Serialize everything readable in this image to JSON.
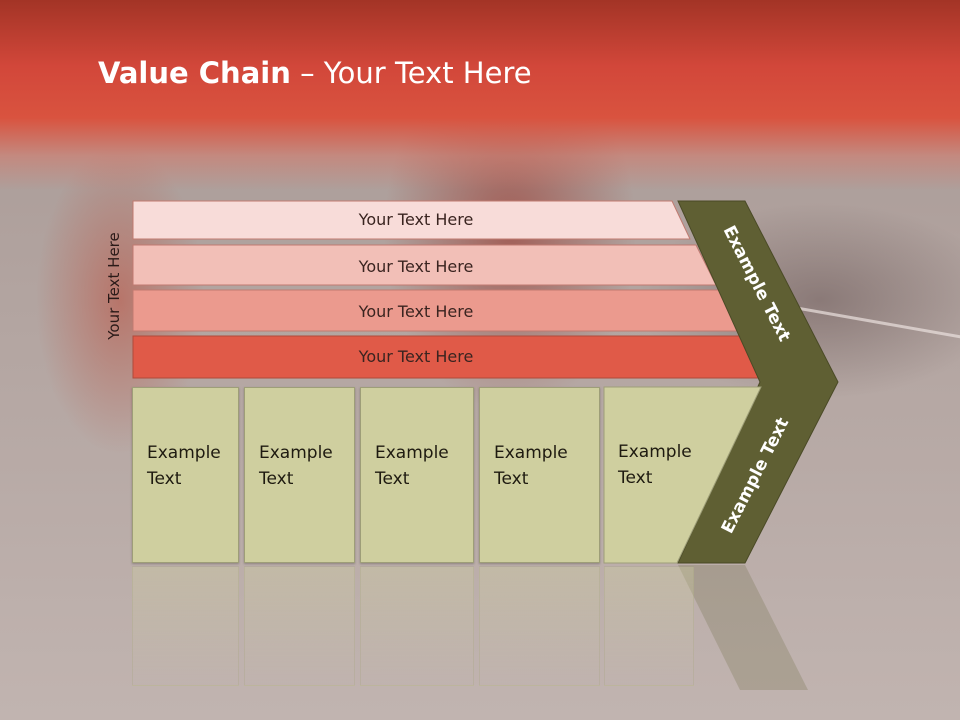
{
  "slide": {
    "title_bold": "Value Chain",
    "title_rest": " – Your Text Here",
    "vertical_label": "Your Text Here"
  },
  "bands": [
    {
      "label": "Your Text Here",
      "color": "#f8dcd9"
    },
    {
      "label": "Your Text Here",
      "color": "#f2bfb7"
    },
    {
      "label": "Your Text Here",
      "color": "#eb9a8e"
    },
    {
      "label": "Your Text Here",
      "color": "#e05a48"
    }
  ],
  "boxes": [
    {
      "label": "Example\nText"
    },
    {
      "label": "Example\nText"
    },
    {
      "label": "Example\nText"
    },
    {
      "label": "Example\nText"
    },
    {
      "label": "Example\nText"
    }
  ],
  "chevron": {
    "top_label": "Example Text",
    "bottom_label": "Example Text",
    "color": "#5f5f33"
  },
  "colors": {
    "header": "#d2473a",
    "box_fill": "#cfcf9f"
  }
}
